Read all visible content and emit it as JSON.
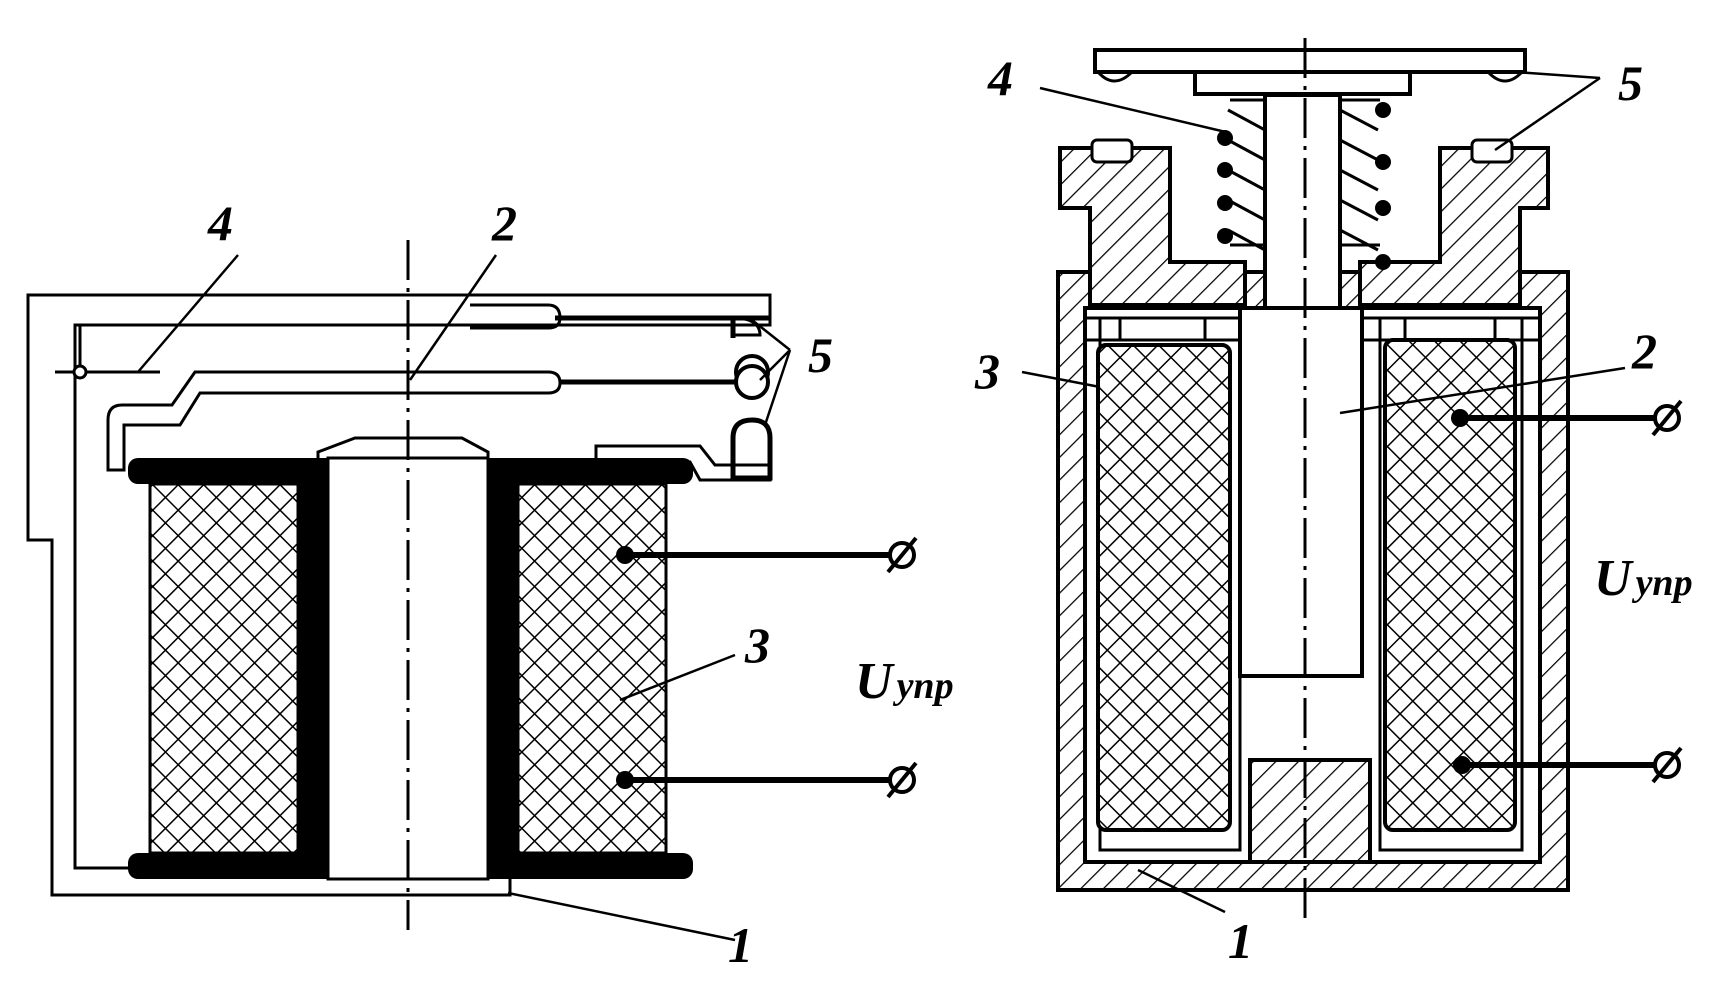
{
  "left": {
    "labels": {
      "n1": "1",
      "n2": "2",
      "n3": "3",
      "n4": "4",
      "n5": "5"
    },
    "voltage": {
      "main": "U",
      "subscript": "упр"
    }
  },
  "right": {
    "labels": {
      "n1": "1",
      "n2": "2",
      "n3": "3",
      "n4": "4",
      "n5": "5"
    },
    "voltage": {
      "main": "U",
      "subscript": "упр"
    }
  }
}
